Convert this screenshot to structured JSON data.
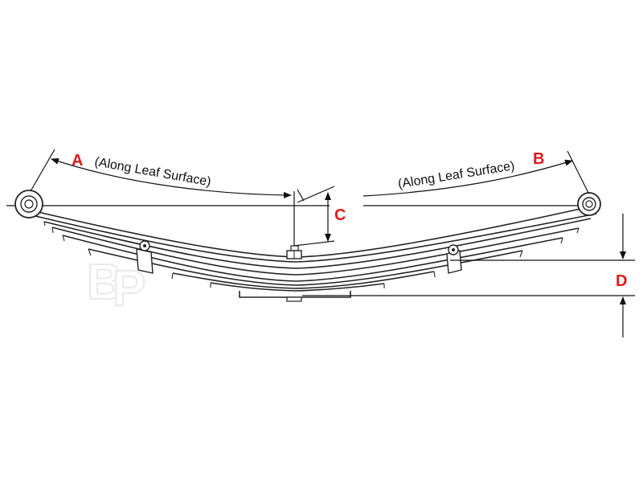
{
  "labels": {
    "a": "A",
    "b": "B",
    "c": "C",
    "d": "D",
    "along_left": "(Along Leaf Surface)",
    "along_right": "(Along Leaf Surface)"
  },
  "colors": {
    "label_red": "#e0191b",
    "stroke": "#222222",
    "watermark": "#ededed"
  },
  "watermark": "BP"
}
